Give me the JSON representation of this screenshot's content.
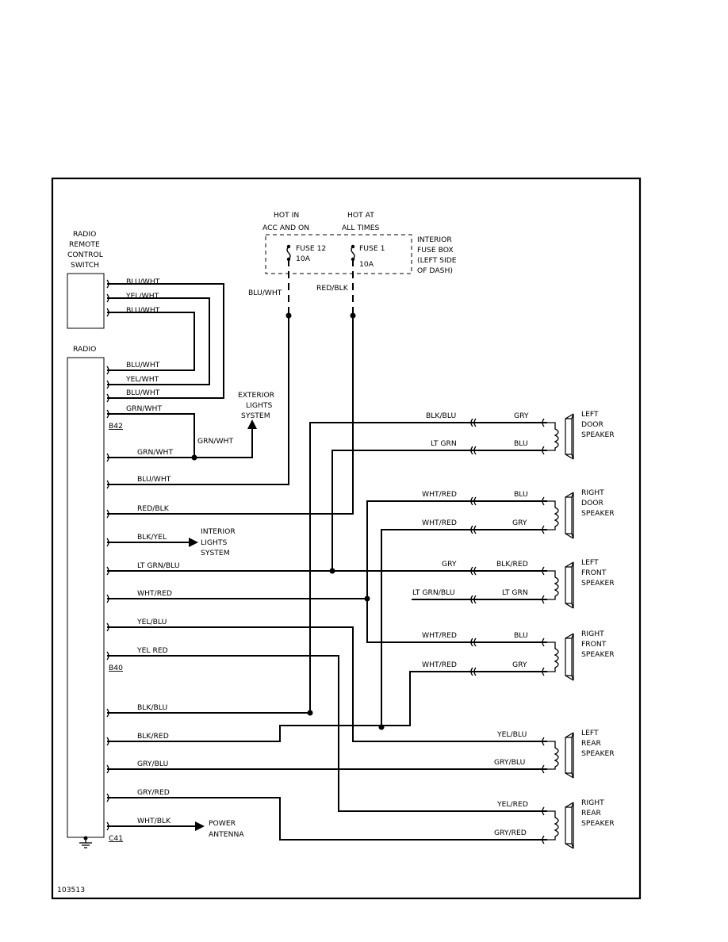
{
  "diagram_id": "103513",
  "fuse_box": {
    "hot_acc": [
      "HOT IN",
      "ACC AND ON"
    ],
    "hot_all": [
      "HOT AT",
      "ALL TIMES"
    ],
    "fuse12": [
      "FUSE 12",
      "10A"
    ],
    "fuse1": [
      "FUSE 1",
      "10A"
    ],
    "label": [
      "INTERIOR",
      "FUSE BOX",
      "(LEFT SIDE",
      "OF DASH)"
    ],
    "wire_left": "BLU/WHT",
    "wire_right": "RED/BLK"
  },
  "remote_switch": {
    "label": [
      "RADIO",
      "REMOTE",
      "CONTROL",
      "SWITCH"
    ],
    "wires": [
      "BLU/WHT",
      "YEL/WHT",
      "BLU/WHT"
    ]
  },
  "radio": {
    "label": "RADIO",
    "connectors": [
      "B42",
      "B40",
      "C41"
    ],
    "wires": [
      {
        "label": "BLU/WHT"
      },
      {
        "label": "YEL/WHT"
      },
      {
        "label": "BLU/WHT"
      },
      {
        "label": "GRN/WHT"
      },
      {
        "label": "GRN/WHT"
      },
      {
        "label": "BLU/WHT"
      },
      {
        "label": "RED/BLK"
      },
      {
        "label": "BLK/YEL"
      },
      {
        "label": "LT GRN/BLU"
      },
      {
        "label": "WHT/RED"
      },
      {
        "label": "YEL/BLU"
      },
      {
        "label": "YEL RED"
      },
      {
        "label": "BLK/BLU"
      },
      {
        "label": "BLK/RED"
      },
      {
        "label": "GRY/BLU"
      },
      {
        "label": "GRY/RED"
      },
      {
        "label": "WHT/BLK"
      }
    ]
  },
  "exterior": {
    "wire": "GRN/WHT",
    "label": [
      "EXTERIOR",
      "LIGHTS",
      "SYSTEM"
    ]
  },
  "interior": {
    "label": [
      "INTERIOR",
      "LIGHTS",
      "SYSTEM"
    ]
  },
  "antenna": {
    "label": [
      "POWER",
      "ANTENNA"
    ]
  },
  "speakers": [
    {
      "label": [
        "LEFT",
        "DOOR",
        "SPEAKER"
      ],
      "wires": [
        {
          "left": "BLK/BLU",
          "right": "GRY"
        },
        {
          "left": "LT GRN",
          "right": "BLU"
        }
      ]
    },
    {
      "label": [
        "RIGHT",
        "DOOR",
        "SPEAKER"
      ],
      "wires": [
        {
          "left": "WHT/RED",
          "right": "BLU"
        },
        {
          "left": "WHT/RED",
          "right": "GRY"
        }
      ]
    },
    {
      "label": [
        "LEFT",
        "FRONT",
        "SPEAKER"
      ],
      "wires": [
        {
          "left": "GRY",
          "right": "BLK/RED"
        },
        {
          "left": "LT GRN/BLU",
          "right": "LT GRN"
        }
      ]
    },
    {
      "label": [
        "RIGHT",
        "FRONT",
        "SPEAKER"
      ],
      "wires": [
        {
          "left": "WHT/RED",
          "right": "BLU"
        },
        {
          "left": "WHT/RED",
          "right": "GRY"
        }
      ]
    },
    {
      "label": [
        "LEFT",
        "REAR",
        "SPEAKER"
      ],
      "wires": [
        {
          "left": "",
          "right": "YEL/BLU"
        },
        {
          "left": "",
          "right": "GRY/BLU"
        }
      ]
    },
    {
      "label": [
        "RIGHT",
        "REAR",
        "SPEAKER"
      ],
      "wires": [
        {
          "left": "",
          "right": "YEL/RED"
        },
        {
          "left": "",
          "right": "GRY/RED"
        }
      ]
    }
  ]
}
